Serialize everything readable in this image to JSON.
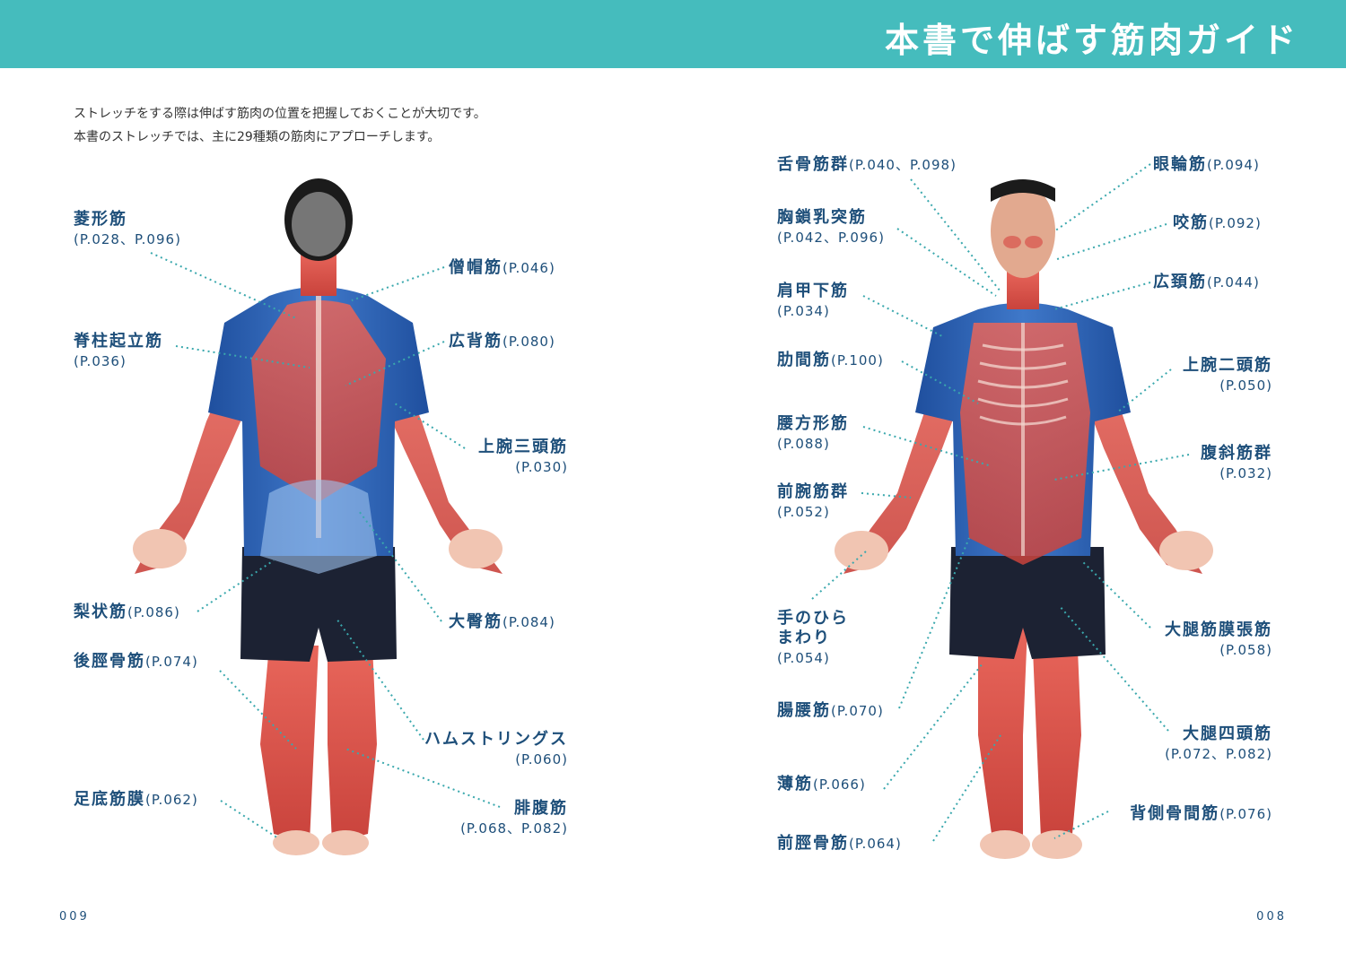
{
  "header": {
    "title": "本書で伸ばす筋肉ガイド",
    "band_color": "#45bcbd"
  },
  "intro": [
    "ストレッチをする際は伸ばす筋肉の位置を把握しておくことが大切です。",
    "本書のストレッチでは、主に29種類の筋肉にアプローチします。"
  ],
  "back_labels": [
    {
      "name": "菱形筋",
      "page": "(P.028、P.096)"
    },
    {
      "name": "僧帽筋",
      "page": "(P.046)"
    },
    {
      "name": "脊柱起立筋",
      "page": "(P.036)"
    },
    {
      "name": "広背筋",
      "page": "(P.080)"
    },
    {
      "name": "上腕三頭筋",
      "page": "(P.030)"
    },
    {
      "name": "梨状筋",
      "page": "(P.086)"
    },
    {
      "name": "大臀筋",
      "page": "(P.084)"
    },
    {
      "name": "後脛骨筋",
      "page": "(P.074)"
    },
    {
      "name": "ハムストリングス",
      "page": "(P.060)"
    },
    {
      "name": "足底筋膜",
      "page": "(P.062)"
    },
    {
      "name": "腓腹筋",
      "page": "(P.068、P.082)"
    }
  ],
  "front_labels": [
    {
      "name": "舌骨筋群",
      "page": "(P.040、P.098)"
    },
    {
      "name": "眼輪筋",
      "page": "(P.094)"
    },
    {
      "name": "胸鎖乳突筋",
      "page": "(P.042、P.096)"
    },
    {
      "name": "咬筋",
      "page": "(P.092)"
    },
    {
      "name": "肩甲下筋",
      "page": "(P.034)"
    },
    {
      "name": "広頚筋",
      "page": "(P.044)"
    },
    {
      "name": "肋間筋",
      "page": "(P.100)"
    },
    {
      "name": "上腕二頭筋",
      "page": "(P.050)"
    },
    {
      "name": "腰方形筋",
      "page": "(P.088)"
    },
    {
      "name": "腹斜筋群",
      "page": "(P.032)"
    },
    {
      "name": "前腕筋群",
      "page": "(P.052)"
    },
    {
      "name": "手のひら",
      "name2": "まわり",
      "page": "(P.054)"
    },
    {
      "name": "大腿筋膜張筋",
      "page": "(P.058)"
    },
    {
      "name": "腸腰筋",
      "page": "(P.070)"
    },
    {
      "name": "大腿四頭筋",
      "page": "(P.072、P.082)"
    },
    {
      "name": "薄筋",
      "page": "(P.066)"
    },
    {
      "name": "背側骨間筋",
      "page": "(P.076)"
    },
    {
      "name": "前脛骨筋",
      "page": "(P.064)"
    }
  ],
  "page_numbers": {
    "left": "009",
    "right": "008"
  },
  "colors": {
    "shirt": "#2d5fb0",
    "muscle": "#d9534a",
    "skin": "#e9a488",
    "shorts": "#1c2233",
    "leader": "#3aa8ad"
  }
}
